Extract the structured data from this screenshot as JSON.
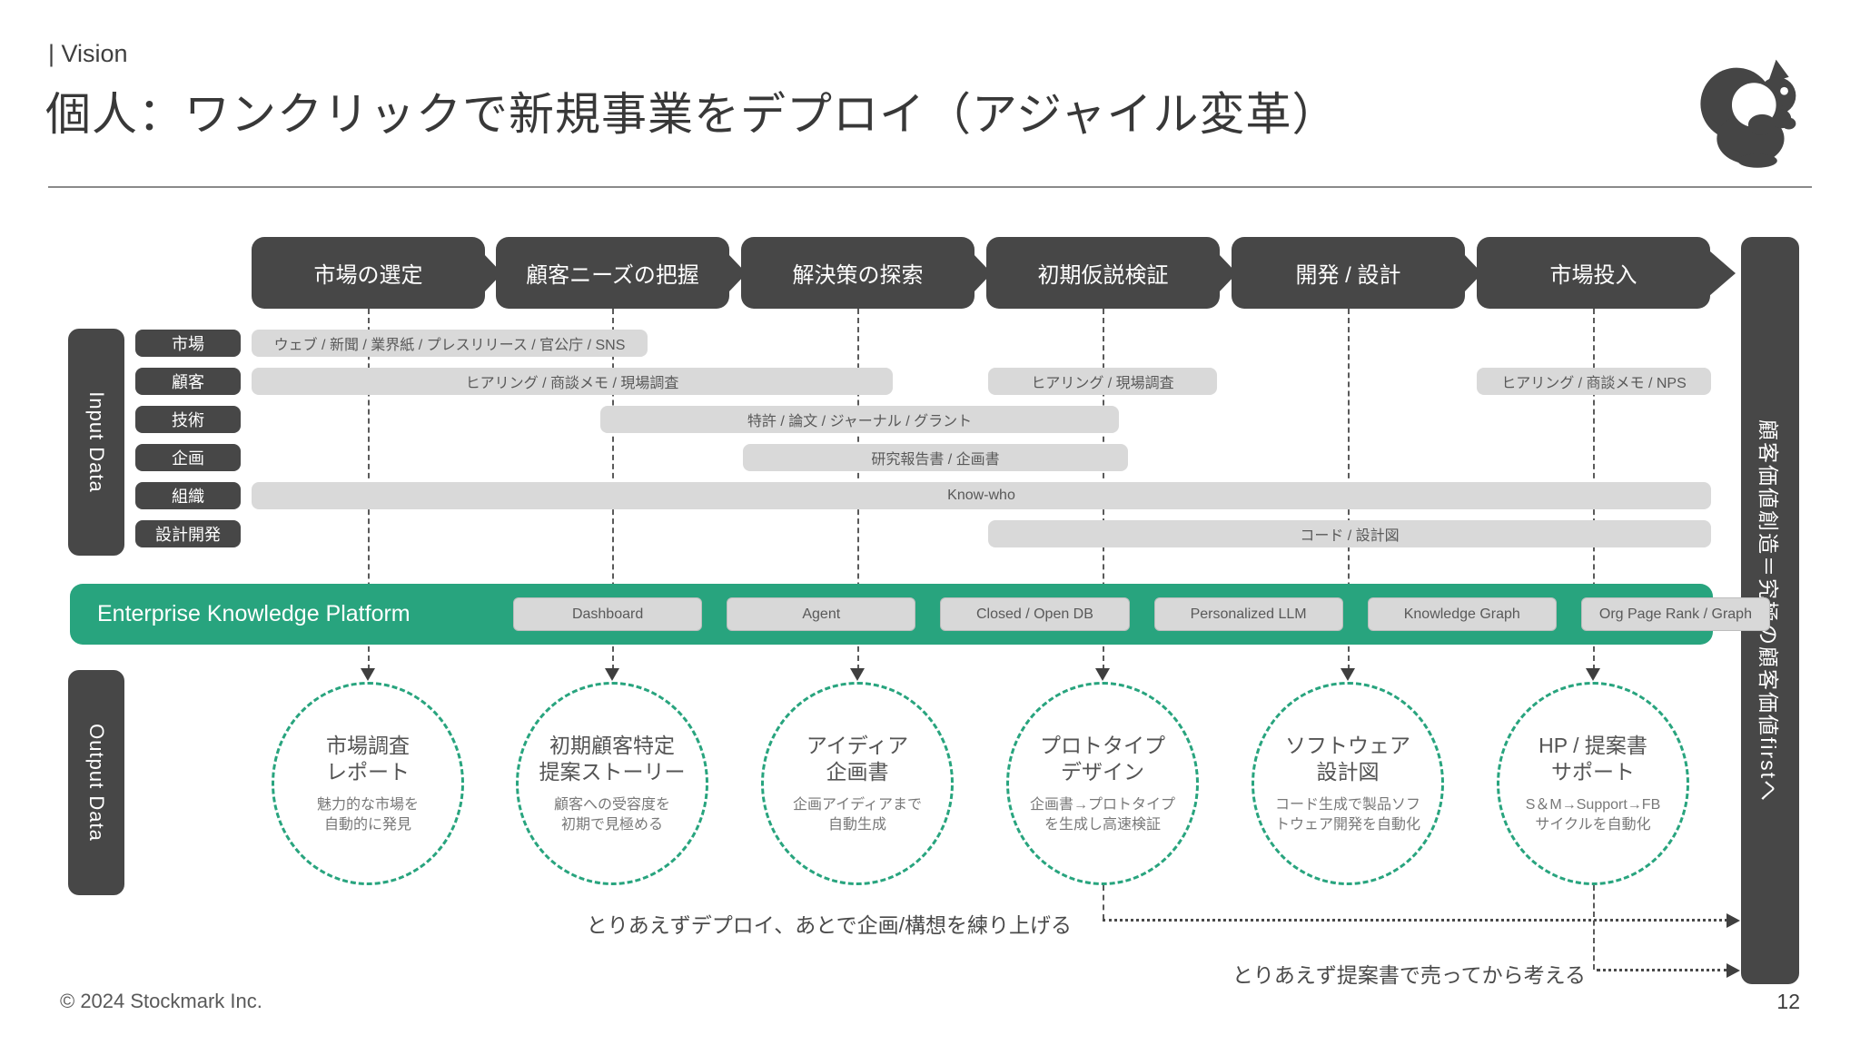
{
  "slide": {
    "eyebrow": "| Vision",
    "title": "個人：ワンクリックで新規事業をデプロイ（アジャイル変革）",
    "footer": "© 2024 Stockmark Inc.",
    "page_number": "12",
    "logo": "squirrel-logo"
  },
  "colors": {
    "dark_gray": "#474747",
    "bar_gray": "#d9d9d9",
    "platform_green": "#28a47e",
    "text_gray": "#595959"
  },
  "stages": {
    "items": [
      {
        "label": "市場の選定"
      },
      {
        "label": "顧客ニーズの把握"
      },
      {
        "label": "解決策の探索"
      },
      {
        "label": "初期仮説検証"
      },
      {
        "label": "開発 / 設計"
      },
      {
        "label": "市場投入"
      }
    ]
  },
  "input_data": {
    "label": "Input Data",
    "categories": [
      {
        "label": "市場"
      },
      {
        "label": "顧客"
      },
      {
        "label": "技術"
      },
      {
        "label": "企画"
      },
      {
        "label": "組織"
      },
      {
        "label": "設計開発"
      }
    ]
  },
  "source_bars": [
    {
      "row": "市場",
      "label": "ウェブ / 新聞 / 業界紙 / プレスリリース / 官公庁 / SNS"
    },
    {
      "row": "顧客",
      "label": "ヒアリング / 商談メモ / 現場調査"
    },
    {
      "row": "顧客",
      "label": "ヒアリング / 現場調査"
    },
    {
      "row": "顧客",
      "label": "ヒアリング / 商談メモ / NPS"
    },
    {
      "row": "技術",
      "label": "特許 / 論文 / ジャーナル / グラント"
    },
    {
      "row": "企画",
      "label": "研究報告書 / 企画書"
    },
    {
      "row": "組織",
      "label": "Know-who"
    },
    {
      "row": "設計開発",
      "label": "コード / 設計図"
    }
  ],
  "platform": {
    "label": "Enterprise Knowledge Platform",
    "modules": [
      {
        "label": "Dashboard"
      },
      {
        "label": "Agent"
      },
      {
        "label": "Closed / Open DB"
      },
      {
        "label": "Personalized LLM"
      },
      {
        "label": "Knowledge Graph"
      },
      {
        "label": "Org Page Rank / Graph"
      }
    ]
  },
  "output_data": {
    "label": "Output Data",
    "items": [
      {
        "title": "市場調査\nレポート",
        "desc": "魅力的な市場を\n自動的に発見"
      },
      {
        "title": "初期顧客特定\n提案ストーリー",
        "desc": "顧客への受容度を\n初期で見極める"
      },
      {
        "title": "アイディア\n企画書",
        "desc": "企画アイディアまで\n自動生成"
      },
      {
        "title": "プロトタイプ\nデザイン",
        "desc": "企画書→プロトタイプ\nを生成し高速検証"
      },
      {
        "title": "ソフトウェア\n設計図",
        "desc": "コード生成で製品ソフ\nトウェア開発を自動化"
      },
      {
        "title": "HP / 提案書\nサポート",
        "desc": "S＆M→Support→FB\nサイクルを自動化"
      }
    ]
  },
  "annotations": {
    "deploy_note": "とりあえずデプロイ、あとで企画/構想を練り上げる",
    "sell_note": "とりあえず提案書で売ってから考える"
  },
  "goal_banner": {
    "label": "顧客価値創造＝究極の顧客価値firstへ"
  }
}
